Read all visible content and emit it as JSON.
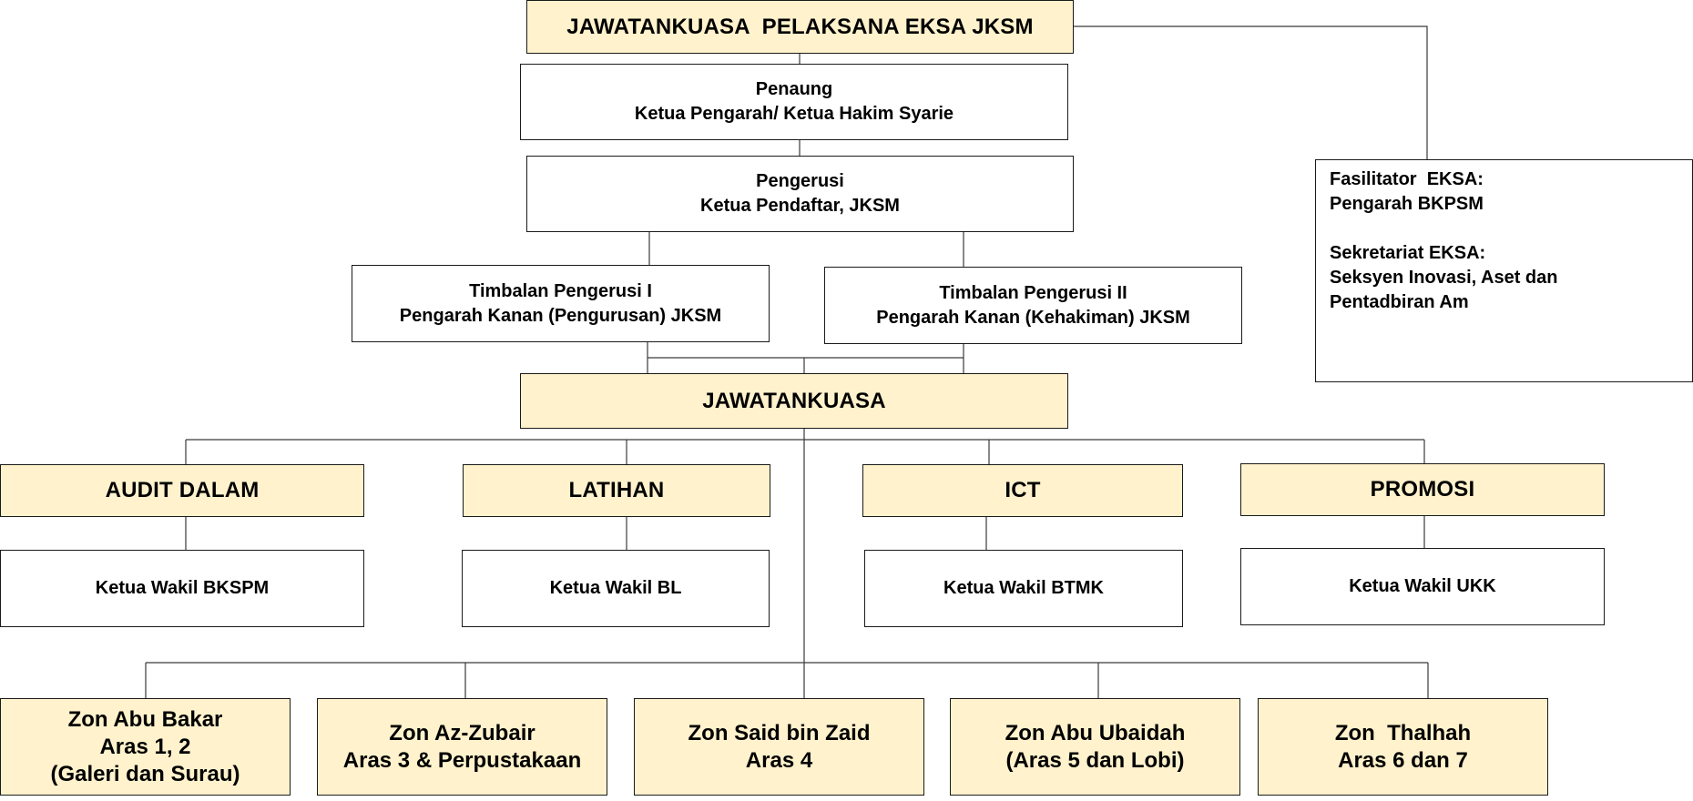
{
  "chart_data": {
    "type": "org-chart",
    "top": "JAWATANKUASA  PELAKSANA EKSA JKSM",
    "penaung": {
      "line1": "Penaung",
      "line2": "Ketua Pengarah/ Ketua Hakim Syarie"
    },
    "pengerusi": {
      "line1": "Pengerusi",
      "line2": "Ketua Pendaftar, JKSM"
    },
    "timbalan": [
      {
        "line1": "Timbalan Pengerusi I",
        "line2": "Pengarah Kanan (Pengurusan) JKSM"
      },
      {
        "line1": "Timbalan Pengerusi II",
        "line2": "Pengarah Kanan (Kehakiman) JKSM"
      }
    ],
    "side": {
      "fasilitator_title": "Fasilitator  EKSA:",
      "fasilitator_name": "Pengarah BKPSM",
      "sekretariat_title": "Sekretariat EKSA:",
      "sekretariat_line1": "Seksyen Inovasi, Aset dan",
      "sekretariat_line2": "Pentadbiran Am"
    },
    "jawatankuasa": "JAWATANKUASA",
    "committees": [
      {
        "name": "AUDIT DALAM",
        "head": "Ketua Wakil BKSPM"
      },
      {
        "name": "LATIHAN",
        "head": "Ketua Wakil BL"
      },
      {
        "name": "ICT",
        "head": "Ketua Wakil BTMK"
      },
      {
        "name": "PROMOSI",
        "head": "Ketua Wakil UKK"
      }
    ],
    "zones": [
      {
        "lines": [
          "Zon Abu Bakar",
          "Aras 1, 2",
          "(Galeri dan Surau)"
        ]
      },
      {
        "lines": [
          "Zon Az-Zubair",
          "Aras 3 & Perpustakaan"
        ]
      },
      {
        "lines": [
          "Zon Said bin Zaid",
          "Aras 4"
        ]
      },
      {
        "lines": [
          "Zon Abu Ubaidah",
          "(Aras 5 dan Lobi)"
        ]
      },
      {
        "lines": [
          "Zon  Thalhah",
          "Aras 6 dan 7"
        ]
      }
    ]
  },
  "colors": {
    "fill": "#fff2cc",
    "border": "#1a1a1a",
    "line": "#3a3a3a"
  }
}
